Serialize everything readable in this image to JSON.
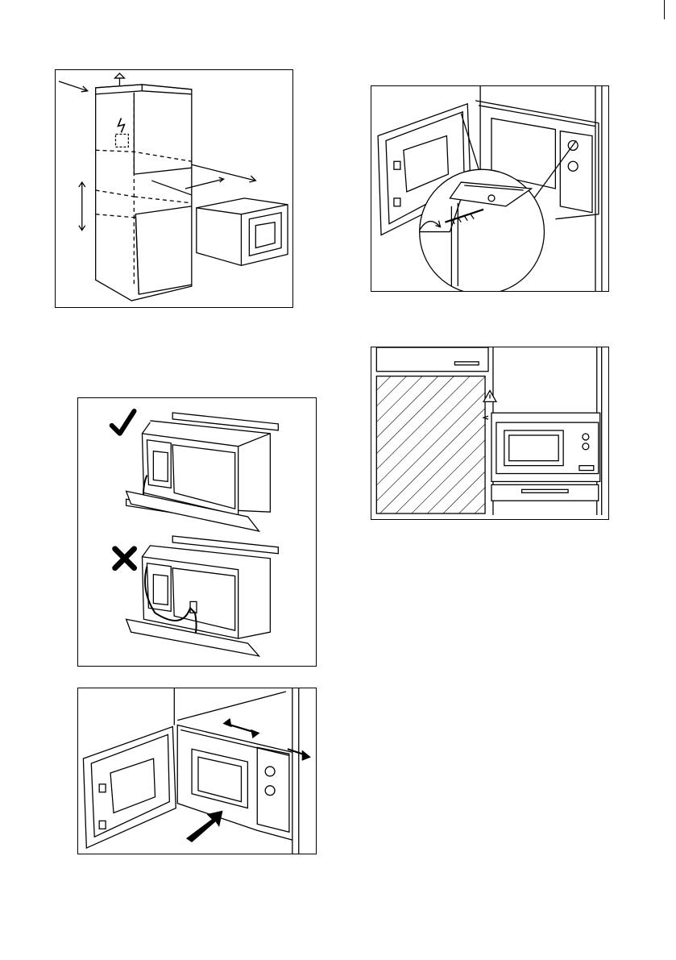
{
  "figures": [
    {
      "id": "cabinet",
      "content": "niche-dimensions"
    },
    {
      "id": "screw",
      "content": "fixing-screw"
    },
    {
      "id": "heat",
      "content": "heat-clearance"
    },
    {
      "id": "cable",
      "content": "cable-routing",
      "marks": [
        "correct",
        "incorrect"
      ]
    },
    {
      "id": "insert",
      "content": "insert-appliance"
    }
  ],
  "colors": {
    "line": "#000000",
    "fill": "#ffffff",
    "shade": "#c8c8c8"
  }
}
